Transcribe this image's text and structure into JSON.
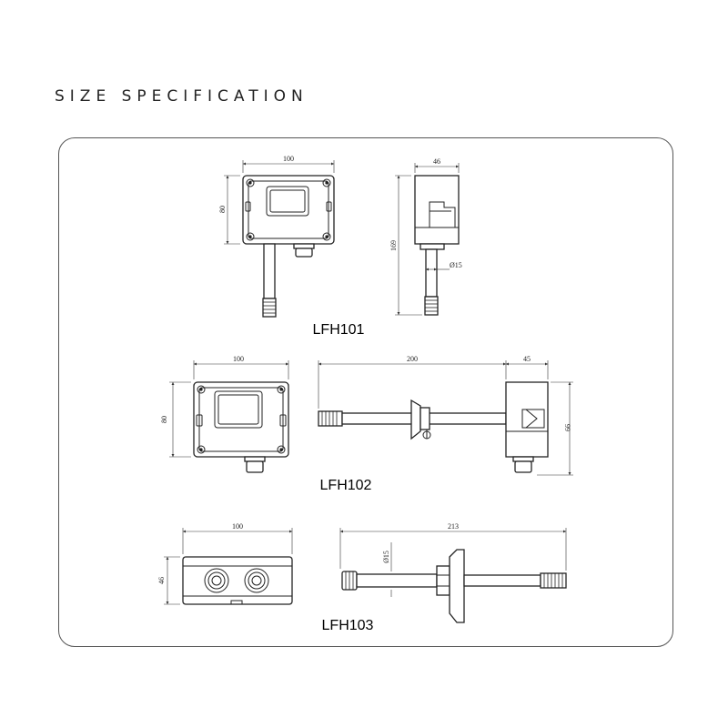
{
  "heading": "SIZE SPECIFICATION",
  "models": {
    "lfh101": {
      "label": "LFH101",
      "front": {
        "width": "100",
        "height": "80"
      },
      "side": {
        "depth": "46",
        "length": "169",
        "probe_diameter": "Ø15"
      }
    },
    "lfh102": {
      "label": "LFH102",
      "front": {
        "width": "100",
        "height": "80"
      },
      "side": {
        "probe_length": "200",
        "depth": "45",
        "height": "99"
      }
    },
    "lfh103": {
      "label": "LFH103",
      "top": {
        "width": "100",
        "depth": "46"
      },
      "side": {
        "length": "213",
        "probe_diameter": "Ø15"
      }
    }
  }
}
